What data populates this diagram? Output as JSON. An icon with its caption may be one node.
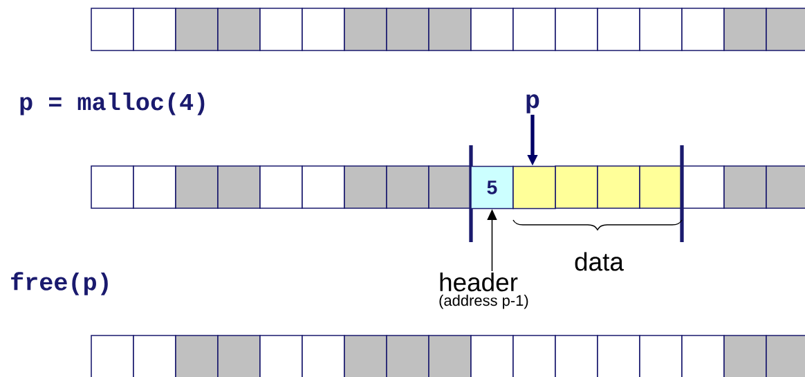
{
  "diagram": {
    "nodes": [
      {
        "text": [
          "p"
        ]
      },
      {
        "text": [
          "5"
        ]
      },
      {
        "text": [],
        "shape": "box"
      },
      {
        "text": [
          "header",
          "(address p-1)"
        ]
      }
    ],
    "edges": [
      {
        "from": 0,
        "to": 2,
        "arrow": "to",
        "style": "thick",
        "color": "#000066"
      },
      {
        "from": 3,
        "to": 1,
        "arrow": "to",
        "color": "#000000"
      }
    ],
    "labels": [
      "p = malloc(4)",
      "data",
      "free(p)"
    ]
  }
}
